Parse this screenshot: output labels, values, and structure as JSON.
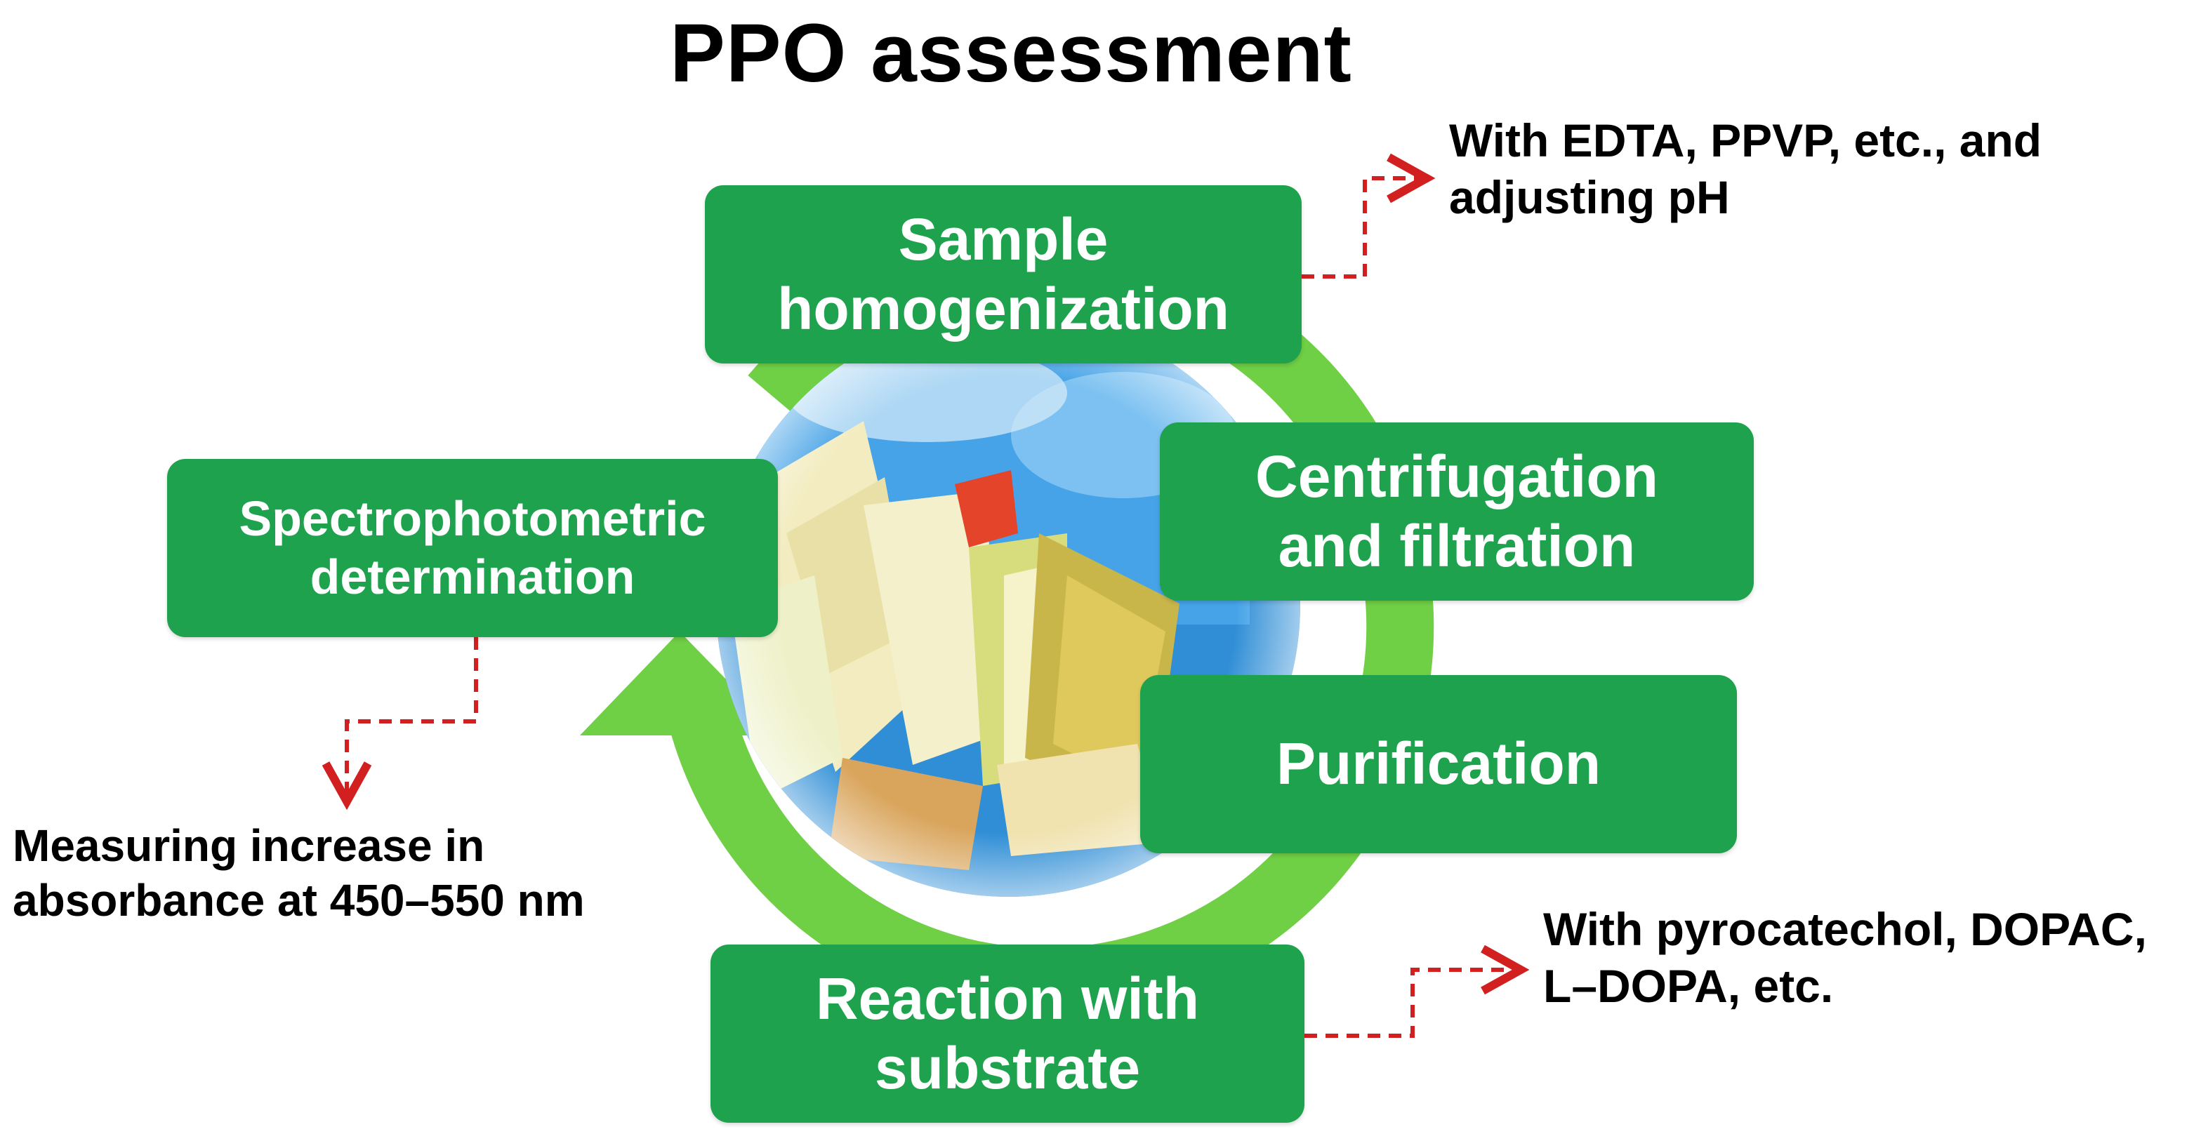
{
  "title": "PPO assessment",
  "steps": {
    "sample_homogenization": "Sample\nhomogenization",
    "centrifugation_filtration": "Centrifugation\nand filtration",
    "purification": "Purification",
    "reaction_with_substrate": "Reaction with\nsubstrate",
    "spectrophotometric_determination": "Spectrophotometric\ndetermination"
  },
  "notes": {
    "homogenization_note": "With EDTA, PPVP, etc., and\nadjusting pH",
    "reaction_note": "With pyrocatechol, DOPAC,\nL–DOPA, etc.",
    "spectro_note": "Measuring increase in\nabsorbance at 450–550 nm"
  },
  "colors": {
    "step_box": "#1ea24d",
    "cycle_arrow": "#6fcf45",
    "connector": "#d21f1f",
    "text": "#000000"
  }
}
